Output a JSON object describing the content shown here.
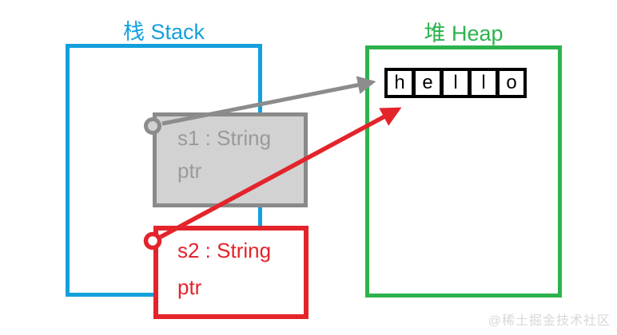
{
  "diagram": {
    "stack": {
      "title": "栈 Stack",
      "s1": {
        "label": "s1 : String",
        "ptr_label": "ptr",
        "state": "moved (grayed out)"
      },
      "s2": {
        "label": "s2 : String",
        "ptr_label": "ptr",
        "state": "active"
      }
    },
    "heap": {
      "title": "堆 Heap",
      "cells": [
        "h",
        "e",
        "l",
        "l",
        "o"
      ]
    },
    "watermark": "@稀土掘金技术社区",
    "colors": {
      "stack_border_blue": "#14A0DC",
      "heap_border_green": "#2CB34E",
      "s1_fill_gray": "#D2D2D2",
      "s1_border_gray": "#8A8A8A",
      "s1_text_gray": "#9A9A9A",
      "s2_red": "#E3242B",
      "arrow_gray": "#8C8C8C",
      "cell_border_black": "#000000",
      "watermark_gray": "#D8D8D8"
    }
  }
}
